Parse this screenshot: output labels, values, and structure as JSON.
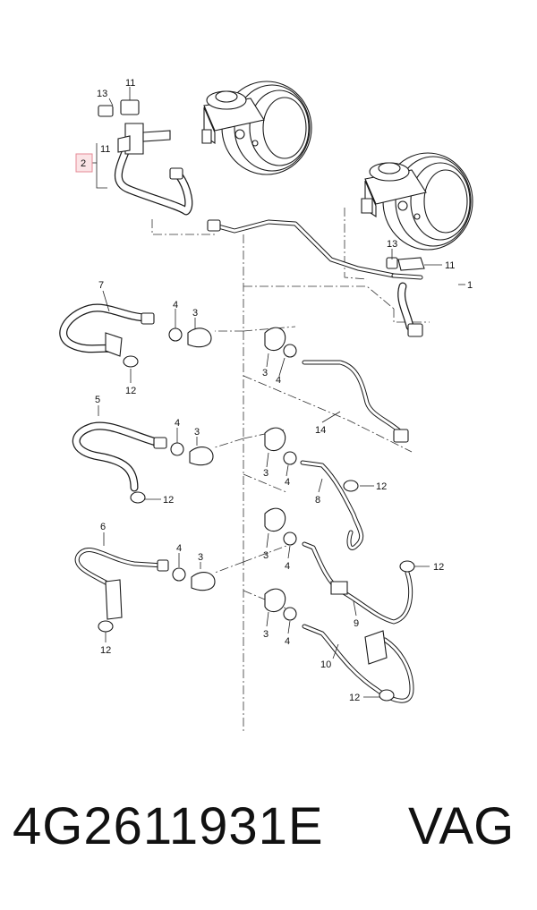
{
  "callouts": {
    "c11_top": "11",
    "c13_top": "13",
    "c11_mid": "11",
    "c2": "2",
    "c13_right": "13",
    "c11_right": "11",
    "c1": "1",
    "c7": "7",
    "c4_a": "4",
    "c3_a": "3",
    "c12_a": "12",
    "c3_b": "3",
    "c4_b": "4",
    "c14": "14",
    "c5": "5",
    "c4_c": "4",
    "c3_c": "3",
    "c12_b": "12",
    "c3_d": "3",
    "c4_d": "4",
    "c12_c": "12",
    "c8": "8",
    "c6": "6",
    "c4_e": "4",
    "c3_e": "3",
    "c12_d": "12",
    "c3_f": "3",
    "c4_f": "4",
    "c12_e": "12",
    "c9": "9",
    "c3_g": "3",
    "c4_g": "4",
    "c10": "10",
    "c12_f": "12"
  },
  "caption": {
    "part_number": "4G2611931E",
    "brand": "VAG"
  },
  "colors": {
    "highlight_fill": "#fbe4e6",
    "highlight_stroke": "#e58a95"
  }
}
